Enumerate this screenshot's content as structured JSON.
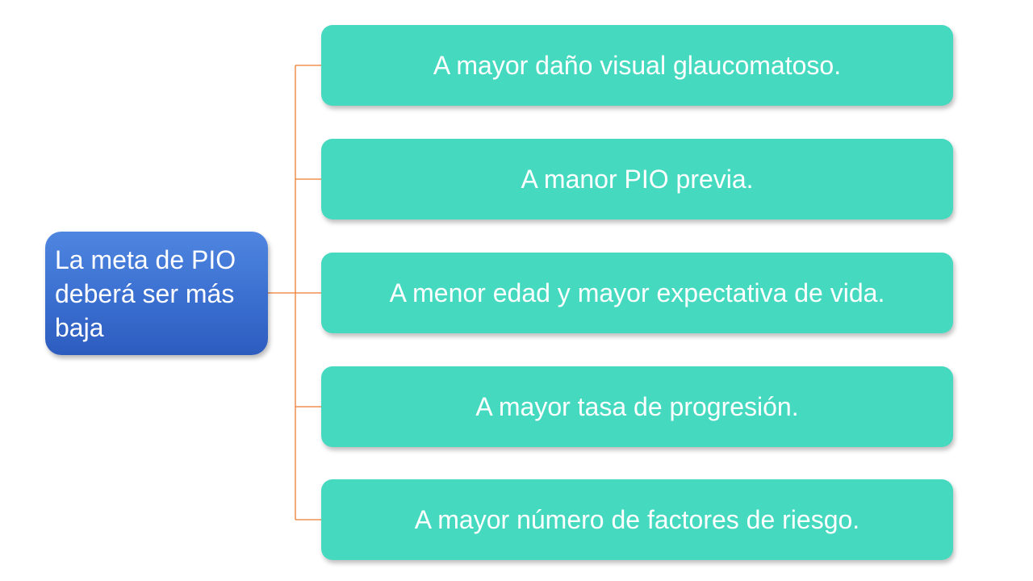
{
  "diagram": {
    "root": {
      "label": "La meta de PIO deberá ser más baja"
    },
    "children": [
      {
        "label": "A mayor daño visual glaucomatoso."
      },
      {
        "label": "A manor PIO previa."
      },
      {
        "label": "A menor edad y mayor expectativa de vida."
      },
      {
        "label": "A mayor tasa de progresión."
      },
      {
        "label": "A mayor número de factores de riesgo."
      }
    ],
    "colors": {
      "root_fill": "#3a6fd0",
      "child_fill": "#45dac0",
      "connector": "#ed7d31",
      "text": "#ffffff"
    }
  }
}
